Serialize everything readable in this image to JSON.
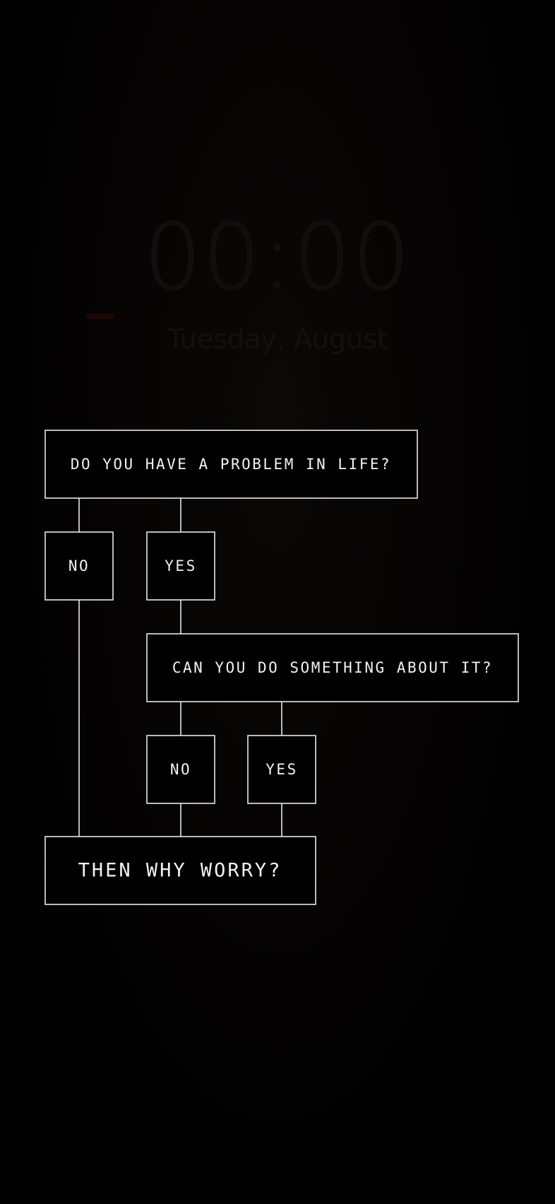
{
  "lockscreen": {
    "time": "00:00",
    "date": "Tuesday, August"
  },
  "flowchart": {
    "question_1": "DO YOU HAVE A PROBLEM IN LIFE?",
    "answer_1_no": "NO",
    "answer_1_yes": "YES",
    "question_2": "CAN YOU DO SOMETHING ABOUT IT?",
    "answer_2_no": "NO",
    "answer_2_yes": "YES",
    "conclusion": "THEN WHY WORRY?"
  },
  "colors": {
    "background": "#000000",
    "stroke": "#e8e8e8",
    "text": "#f2f2f2"
  }
}
